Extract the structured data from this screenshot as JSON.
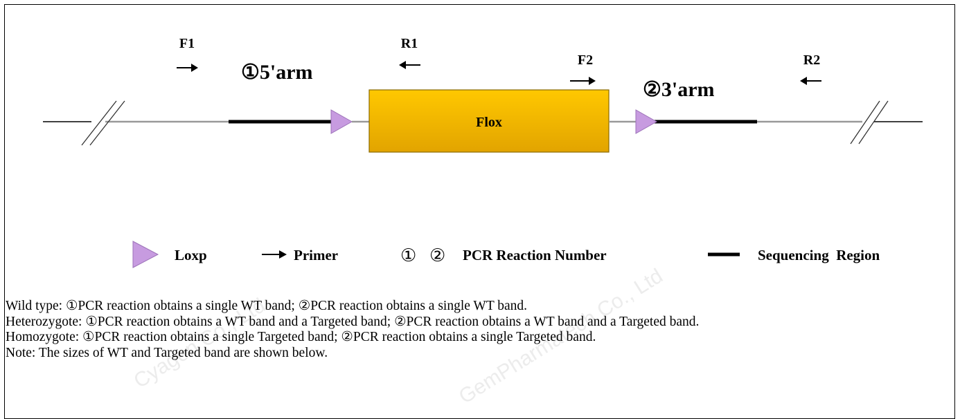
{
  "diagram": {
    "primers": {
      "f1": "F1",
      "r1": "R1",
      "f2": "F2",
      "r2": "R2"
    },
    "arms": {
      "arm5": "①5'arm",
      "arm3": "②3'arm"
    },
    "box_label": "Flox",
    "colors": {
      "flox_fill_top": "#ffc400",
      "flox_fill_bottom": "#e0a000",
      "loxp": "#c79be0",
      "line": "#999999",
      "sequencing": "#000000"
    }
  },
  "legend": {
    "loxp": "Loxp",
    "primer": "Primer",
    "pcr_num1": "①",
    "pcr_num2": "②",
    "pcr": "PCR Reaction Number",
    "sequencing": "Sequencing  Region"
  },
  "notes": {
    "wild_type": "Wild type: ①PCR reaction obtains a single WT band; ②PCR reaction obtains a single WT band.",
    "heterozygote": "Heterozygote: ①PCR reaction obtains a WT band and a Targeted band; ②PCR reaction obtains a WT band and a Targeted band.",
    "homozygote": "Homozygote: ①PCR reaction obtains a single Targeted band; ②PCR reaction obtains a single Targeted band.",
    "note": "Note: The sizes of WT and Targeted band are shown below."
  }
}
